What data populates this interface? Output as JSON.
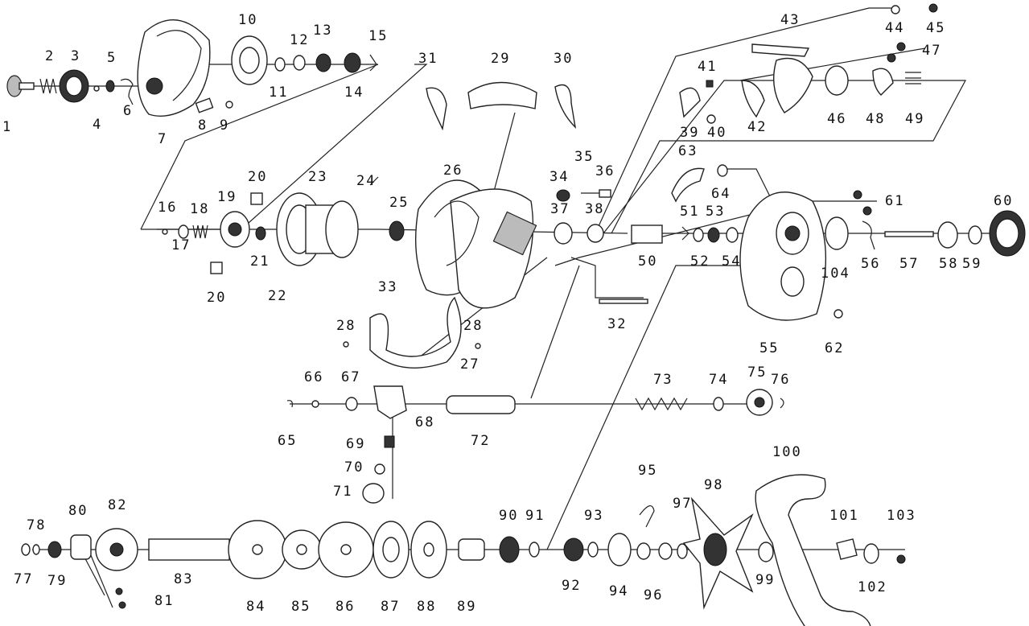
{
  "diagram": {
    "labels": [
      {
        "id": "p1",
        "text": "1"
      },
      {
        "id": "p2",
        "text": "2"
      },
      {
        "id": "p3",
        "text": "3"
      },
      {
        "id": "p4",
        "text": "4"
      },
      {
        "id": "p5",
        "text": "5"
      },
      {
        "id": "p6",
        "text": "6"
      },
      {
        "id": "p7",
        "text": "7"
      },
      {
        "id": "p8",
        "text": "8"
      },
      {
        "id": "p9",
        "text": "9"
      },
      {
        "id": "p10",
        "text": "10"
      },
      {
        "id": "p11",
        "text": "11"
      },
      {
        "id": "p12",
        "text": "12"
      },
      {
        "id": "p13",
        "text": "13"
      },
      {
        "id": "p14",
        "text": "14"
      },
      {
        "id": "p15",
        "text": "15"
      },
      {
        "id": "p16",
        "text": "16"
      },
      {
        "id": "p17",
        "text": "17"
      },
      {
        "id": "p18",
        "text": "18"
      },
      {
        "id": "p19",
        "text": "19"
      },
      {
        "id": "p20a",
        "text": "20"
      },
      {
        "id": "p20b",
        "text": "20"
      },
      {
        "id": "p21",
        "text": "21"
      },
      {
        "id": "p22",
        "text": "22"
      },
      {
        "id": "p23",
        "text": "23"
      },
      {
        "id": "p24",
        "text": "24"
      },
      {
        "id": "p25",
        "text": "25"
      },
      {
        "id": "p26",
        "text": "26"
      },
      {
        "id": "p27",
        "text": "27"
      },
      {
        "id": "p28a",
        "text": "28"
      },
      {
        "id": "p28b",
        "text": "28"
      },
      {
        "id": "p29",
        "text": "29"
      },
      {
        "id": "p30",
        "text": "30"
      },
      {
        "id": "p31",
        "text": "31"
      },
      {
        "id": "p32",
        "text": "32"
      },
      {
        "id": "p33",
        "text": "33"
      },
      {
        "id": "p34",
        "text": "34"
      },
      {
        "id": "p35",
        "text": "35"
      },
      {
        "id": "p36",
        "text": "36"
      },
      {
        "id": "p37",
        "text": "37"
      },
      {
        "id": "p38",
        "text": "38"
      },
      {
        "id": "p39",
        "text": "39"
      },
      {
        "id": "p40",
        "text": "40"
      },
      {
        "id": "p41",
        "text": "41"
      },
      {
        "id": "p42",
        "text": "42"
      },
      {
        "id": "p43",
        "text": "43"
      },
      {
        "id": "p44",
        "text": "44"
      },
      {
        "id": "p45",
        "text": "45"
      },
      {
        "id": "p46",
        "text": "46"
      },
      {
        "id": "p47",
        "text": "47"
      },
      {
        "id": "p48",
        "text": "48"
      },
      {
        "id": "p49",
        "text": "49"
      },
      {
        "id": "p50",
        "text": "50"
      },
      {
        "id": "p51",
        "text": "51"
      },
      {
        "id": "p52",
        "text": "52"
      },
      {
        "id": "p53",
        "text": "53"
      },
      {
        "id": "p54",
        "text": "54"
      },
      {
        "id": "p55",
        "text": "55"
      },
      {
        "id": "p56",
        "text": "56"
      },
      {
        "id": "p57",
        "text": "57"
      },
      {
        "id": "p58",
        "text": "58"
      },
      {
        "id": "p59",
        "text": "59"
      },
      {
        "id": "p60",
        "text": "60"
      },
      {
        "id": "p61",
        "text": "61"
      },
      {
        "id": "p62",
        "text": "62"
      },
      {
        "id": "p63",
        "text": "63"
      },
      {
        "id": "p64",
        "text": "64"
      },
      {
        "id": "p65",
        "text": "65"
      },
      {
        "id": "p66",
        "text": "66"
      },
      {
        "id": "p67",
        "text": "67"
      },
      {
        "id": "p68",
        "text": "68"
      },
      {
        "id": "p69",
        "text": "69"
      },
      {
        "id": "p70",
        "text": "70"
      },
      {
        "id": "p71",
        "text": "71"
      },
      {
        "id": "p72",
        "text": "72"
      },
      {
        "id": "p73",
        "text": "73"
      },
      {
        "id": "p74",
        "text": "74"
      },
      {
        "id": "p75",
        "text": "75"
      },
      {
        "id": "p76",
        "text": "76"
      },
      {
        "id": "p77",
        "text": "77"
      },
      {
        "id": "p78",
        "text": "78"
      },
      {
        "id": "p79",
        "text": "79"
      },
      {
        "id": "p80",
        "text": "80"
      },
      {
        "id": "p81",
        "text": "81"
      },
      {
        "id": "p82",
        "text": "82"
      },
      {
        "id": "p83",
        "text": "83"
      },
      {
        "id": "p84",
        "text": "84"
      },
      {
        "id": "p85",
        "text": "85"
      },
      {
        "id": "p86",
        "text": "86"
      },
      {
        "id": "p87",
        "text": "87"
      },
      {
        "id": "p88",
        "text": "88"
      },
      {
        "id": "p89",
        "text": "89"
      },
      {
        "id": "p90",
        "text": "90"
      },
      {
        "id": "p91",
        "text": "91"
      },
      {
        "id": "p92",
        "text": "92"
      },
      {
        "id": "p93",
        "text": "93"
      },
      {
        "id": "p94",
        "text": "94"
      },
      {
        "id": "p95",
        "text": "95"
      },
      {
        "id": "p96",
        "text": "96"
      },
      {
        "id": "p97",
        "text": "97"
      },
      {
        "id": "p98",
        "text": "98"
      },
      {
        "id": "p99",
        "text": "99"
      },
      {
        "id": "p100",
        "text": "100"
      },
      {
        "id": "p101",
        "text": "101"
      },
      {
        "id": "p102",
        "text": "102"
      },
      {
        "id": "p103",
        "text": "103"
      },
      {
        "id": "p104",
        "text": "104"
      }
    ]
  }
}
